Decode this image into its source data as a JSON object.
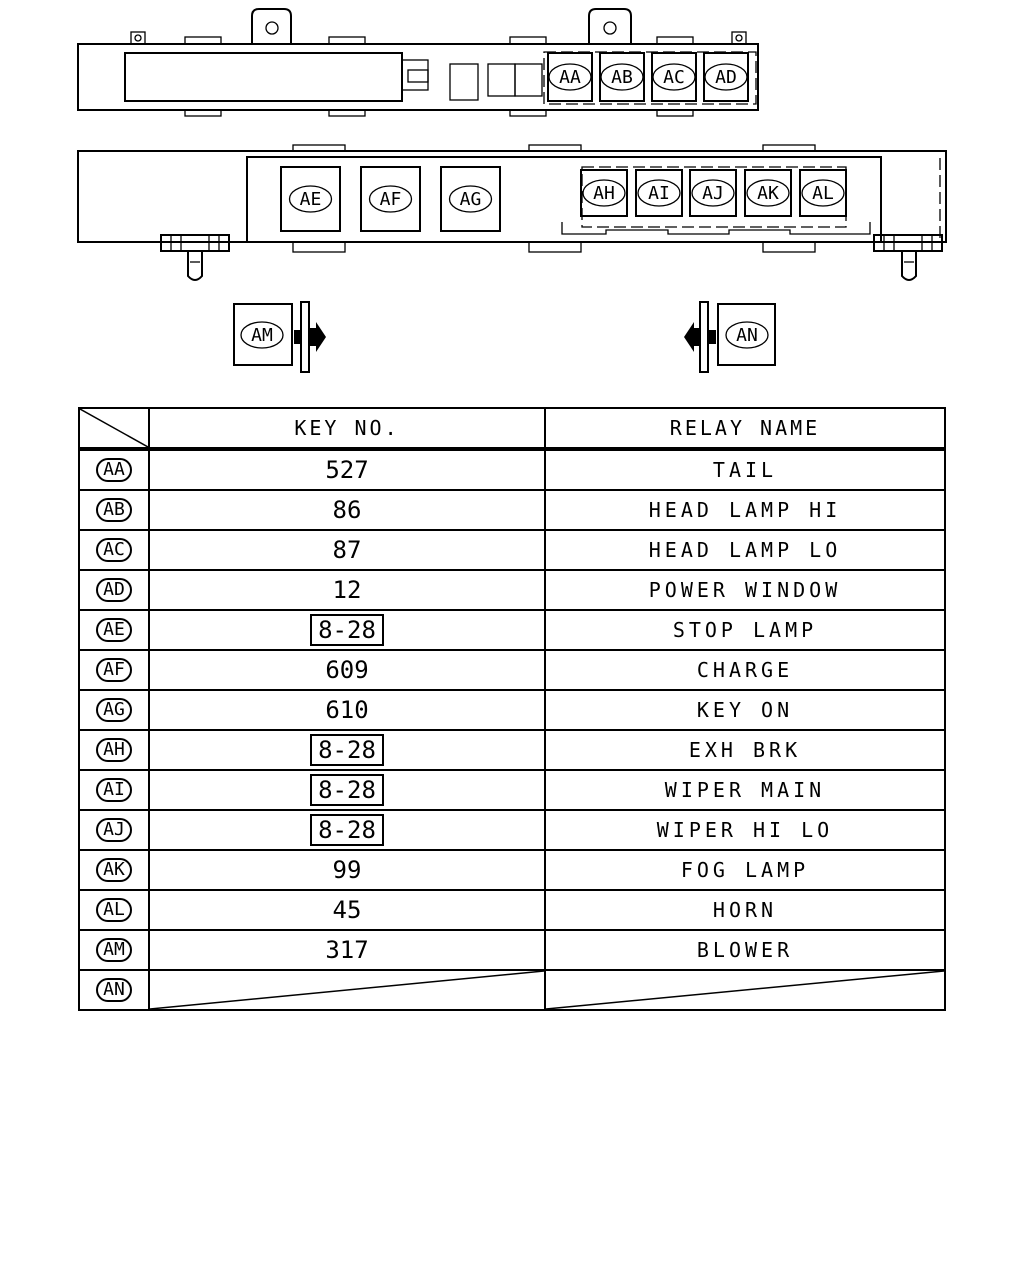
{
  "diagram": {
    "top_row": [
      "AA",
      "AB",
      "AC",
      "AD"
    ],
    "mid_large": [
      "AE",
      "AF",
      "AG"
    ],
    "mid_small": [
      "AH",
      "AI",
      "AJ",
      "AK",
      "AL"
    ],
    "side_left": "AM",
    "side_right": "AN"
  },
  "table": {
    "header_key": "KEY NO.",
    "header_relay": "RELAY NAME",
    "rows": [
      {
        "id": "AA",
        "key": "527",
        "relay": "TAIL",
        "boxed": false
      },
      {
        "id": "AB",
        "key": "86",
        "relay": "HEAD LAMP HI",
        "boxed": false
      },
      {
        "id": "AC",
        "key": "87",
        "relay": "HEAD LAMP LO",
        "boxed": false
      },
      {
        "id": "AD",
        "key": "12",
        "relay": "POWER WINDOW",
        "boxed": false
      },
      {
        "id": "AE",
        "key": "8-28",
        "relay": "STOP LAMP",
        "boxed": true
      },
      {
        "id": "AF",
        "key": "609",
        "relay": "CHARGE",
        "boxed": false
      },
      {
        "id": "AG",
        "key": "610",
        "relay": "KEY ON",
        "boxed": false
      },
      {
        "id": "AH",
        "key": "8-28",
        "relay": "EXH BRK",
        "boxed": true
      },
      {
        "id": "AI",
        "key": "8-28",
        "relay": "WIPER MAIN",
        "boxed": true
      },
      {
        "id": "AJ",
        "key": "8-28",
        "relay": "WIPER HI LO",
        "boxed": true
      },
      {
        "id": "AK",
        "key": "99",
        "relay": "FOG LAMP",
        "boxed": false
      },
      {
        "id": "AL",
        "key": "45",
        "relay": "HORN",
        "boxed": false
      },
      {
        "id": "AM",
        "key": "317",
        "relay": "BLOWER",
        "boxed": false
      },
      {
        "id": "AN",
        "key": "",
        "relay": "",
        "boxed": false
      }
    ]
  }
}
